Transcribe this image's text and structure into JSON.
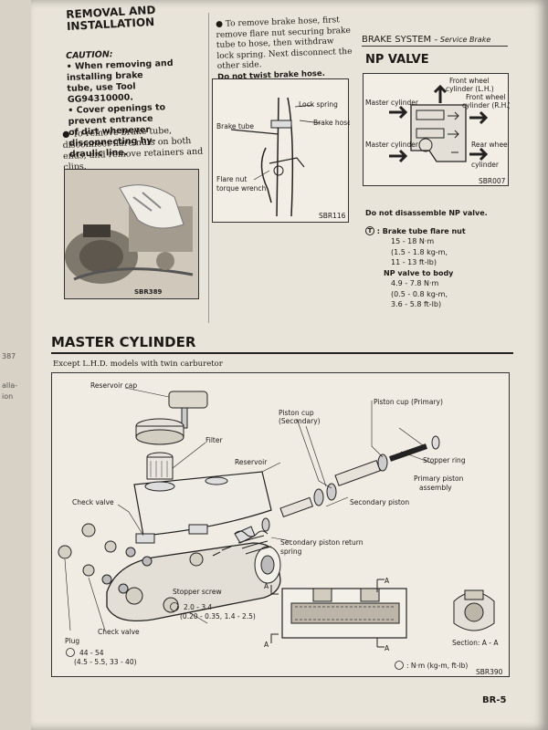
{
  "left_page_fragments": [
    "387",
    "alla-",
    "ion"
  ],
  "removal": {
    "title_line1": "REMOVAL AND",
    "title_line2": "INSTALLATION",
    "caution_head": "CAUTION:",
    "caution_lines": [
      "• When removing and installing brake",
      "tube, use Tool GG94310000.",
      "• Cover openings to prevent entrance",
      "of dirt whenever disconnecting hy-",
      "draulic line."
    ],
    "step1": "To remove brake tube, disconnect flare nuts on both ends, and remove retainers and clips.",
    "photo_id": "SBR389"
  },
  "hose": {
    "step": "To remove brake hose, first remove flare nut securing brake tube to hose, then withdraw lock spring. Next disconnect the other side.",
    "warning": "Do not twist brake hose.",
    "labels": {
      "lock_spring": "Lock spring",
      "brake_hose": "Brake hose",
      "brake_tube": "Brake tube",
      "flare_nut_1": "Flare nut",
      "flare_nut_2": "torque wrench"
    },
    "fig_id": "SBR116"
  },
  "header": {
    "section": "BRAKE SYSTEM",
    "sub": "– Service Brake"
  },
  "np_valve": {
    "title": "NP VALVE",
    "labels": {
      "front_lh_1": "Front wheel",
      "front_lh_2": "cylinder (L.H.)",
      "master_1": "Master cylinder",
      "front_rh_1": "Front wheel",
      "front_rh_2": "cylinder (R.H.)",
      "master_2": "Master cylinder",
      "rear_1": "Rear wheel",
      "rear_2": "cylinder"
    },
    "fig_id": "SBR007",
    "note": "Do not disassemble NP valve.",
    "torque_symbol": "T",
    "spec1_head": ": Brake tube flare nut",
    "spec1_values": [
      "15 - 18 N·m",
      "(1.5 - 1.8 kg-m,",
      "11 - 13 ft-lb)"
    ],
    "spec2_head": "NP valve to body",
    "spec2_values": [
      "4.9 - 7.8 N·m",
      "(0.5 - 0.8 kg-m,",
      "3.6 - 5.8 ft-lb)"
    ]
  },
  "master_cylinder": {
    "title": "MASTER CYLINDER",
    "subtitle": "Except L.H.D. models with twin carburetor",
    "labels": {
      "reservoir_cap": "Reservoir cap",
      "filter": "Filter",
      "reservoir": "Reservoir",
      "check_valve_top": "Check valve",
      "piston_cup_secondary_1": "Piston cup",
      "piston_cup_secondary_2": "(Secondary)",
      "piston_cup_primary": "Piston cup (Primary)",
      "stopper_ring": "Stopper ring",
      "primary_piston_1": "Primary piston",
      "primary_piston_2": "assembly",
      "secondary_piston": "Secondary piston",
      "secondary_spring_1": "Secondary piston return",
      "secondary_spring_2": "spring",
      "stopper_screw": "Stopper screw",
      "stopper_torque_1": "2.0 - 3.4",
      "stopper_torque_2": "(0.20 - 0.35, 1.4 - 2.5)",
      "plug": "Plug",
      "plug_torque_1": "44 - 54",
      "plug_torque_2": "(4.5 - 5.5, 33 - 40)",
      "check_valve_bottom": "Check valve",
      "section_mark_a": "A",
      "section_label": "Section: A - A",
      "units": ": N·m (kg-m, ft-lb)"
    },
    "fig_id": "SBR390"
  },
  "page_number": "BR-5"
}
